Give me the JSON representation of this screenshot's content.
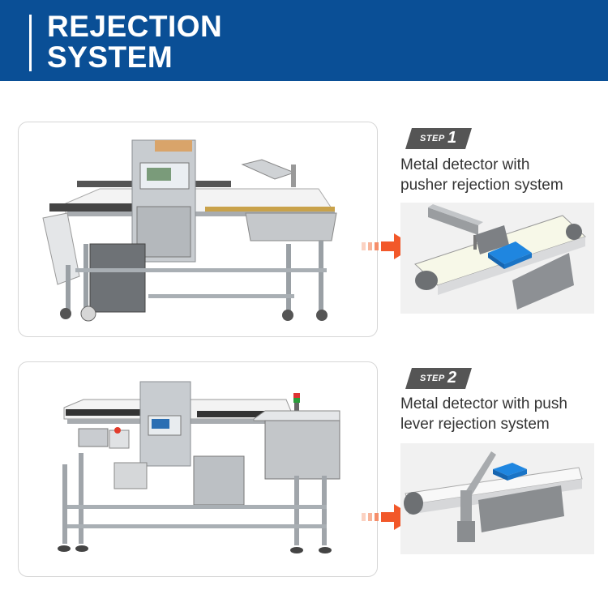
{
  "header": {
    "title_line1": "REJECTION",
    "title_line2": "SYSTEM",
    "background": "#0a4f96"
  },
  "steps": [
    {
      "badge_word": "STEP",
      "badge_number": "1",
      "description_line1": "Metal detector with",
      "description_line2": "pusher rejection system",
      "machine_image": "metal-detector-conveyor-pusher-photo",
      "illustration": "pusher-rejection-illustration"
    },
    {
      "badge_word": "STEP",
      "badge_number": "2",
      "description_line1": "Metal detector with push",
      "description_line2": "lever rejection system",
      "machine_image": "metal-detector-conveyor-lever-photo",
      "illustration": "push-lever-rejection-illustration"
    }
  ],
  "colors": {
    "arrow": "#f2582a",
    "badge": "#555555",
    "product": "#1f86e0",
    "steel": "#b9bdc1"
  },
  "icons": [
    "arrow-right-icon",
    "step-badge-icon"
  ]
}
